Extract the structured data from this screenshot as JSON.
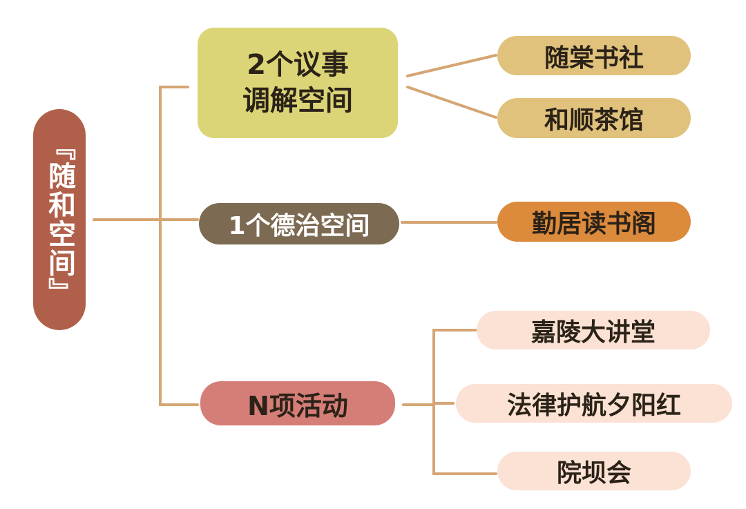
{
  "colors": {
    "connector": "#d5a574",
    "root_fill": "#b0604a",
    "branch_1_fill": "#dcd577",
    "branch_2_fill": "#7c6a52",
    "branch_3_fill": "#d57d77",
    "leaf_gold_fill": "#e0c27c",
    "leaf_orange_fill": "#dc8a3c",
    "leaf_pink_fill": "#fbe2d4"
  },
  "root": {
    "label": "『随和空间』"
  },
  "branches": [
    {
      "label": "2个议事\n调解空间",
      "children": [
        {
          "label": "随棠书社"
        },
        {
          "label": "和顺茶馆"
        }
      ]
    },
    {
      "label": "1个德治空间",
      "children": [
        {
          "label": "勤居读书阁"
        }
      ]
    },
    {
      "label": "N项活动",
      "children": [
        {
          "label": "嘉陵大讲堂"
        },
        {
          "label": "法律护航夕阳红"
        },
        {
          "label": "院坝会"
        }
      ]
    }
  ]
}
